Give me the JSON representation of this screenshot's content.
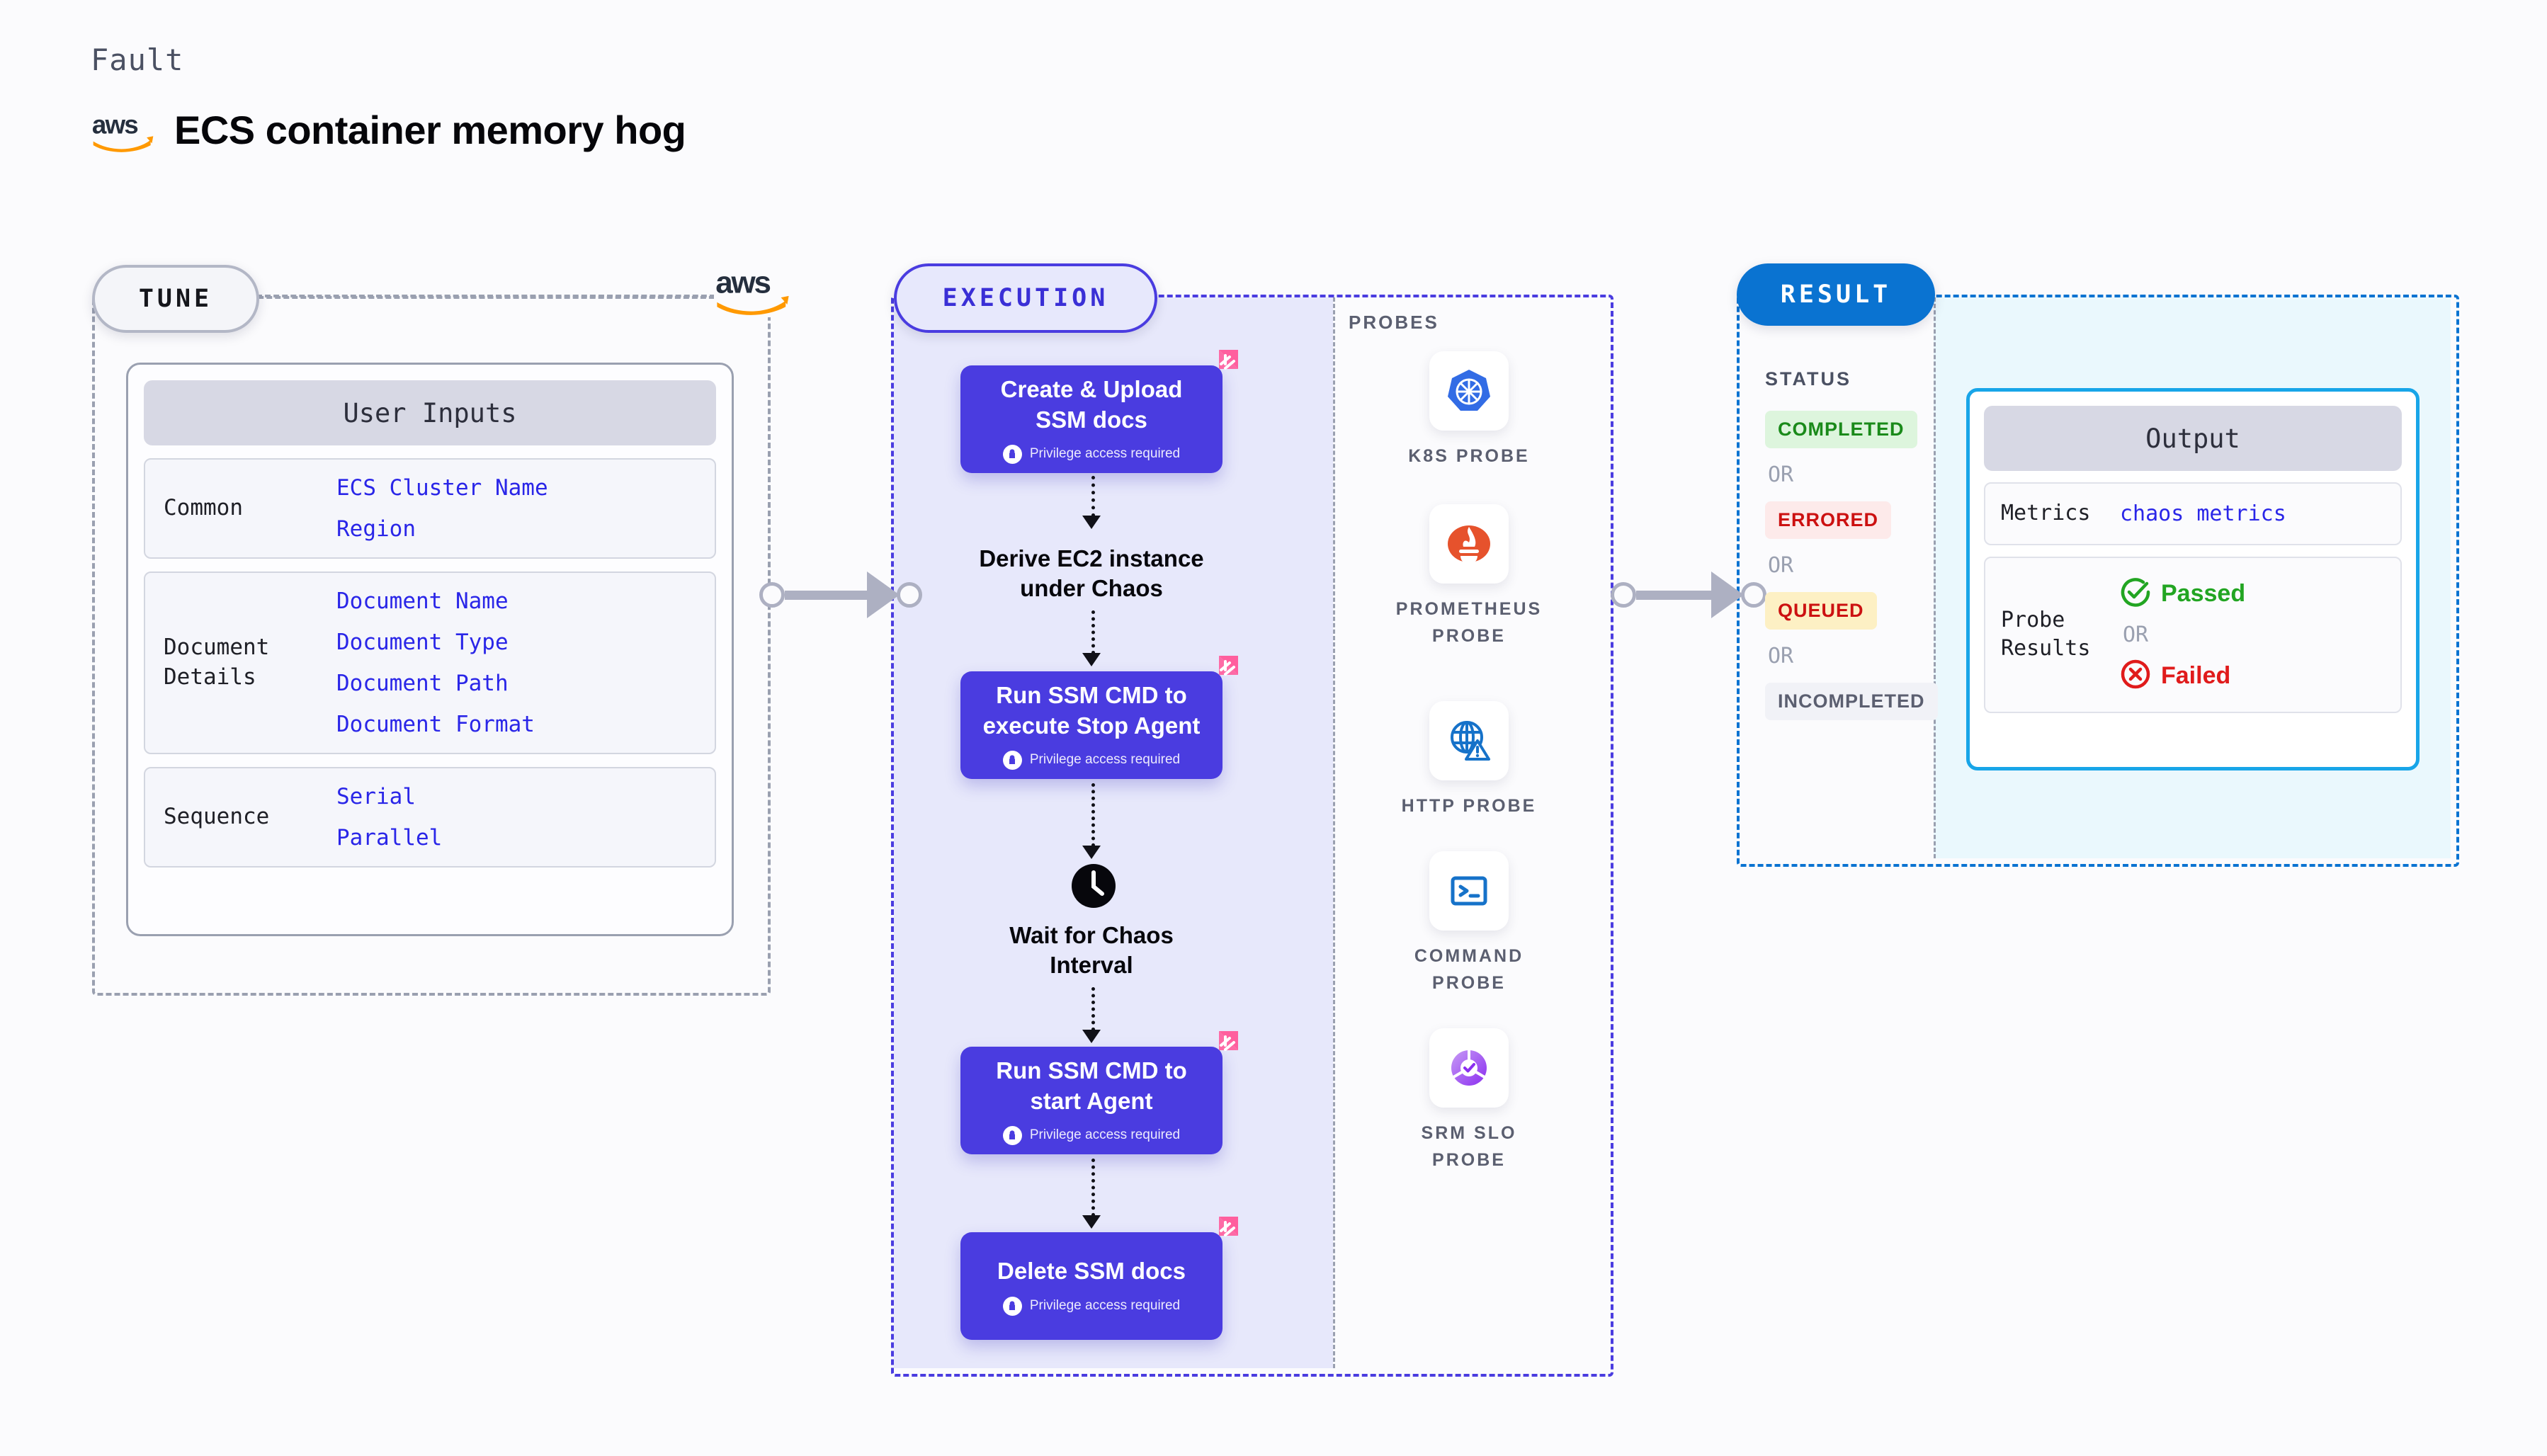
{
  "header": {
    "kicker": "Fault",
    "title": "ECS container memory hog",
    "logo_icon": "aws-logo"
  },
  "tune": {
    "pill_label": "TUNE",
    "logo_icon": "aws-logo",
    "card_title": "User Inputs",
    "groups": [
      {
        "label": "Common",
        "values": [
          "ECS Cluster Name",
          "Region"
        ]
      },
      {
        "label": "Document\nDetails",
        "label_line1": "Document",
        "label_line2": "Details",
        "values": [
          "Document Name",
          "Document Type",
          "Document Path",
          "Document Format"
        ]
      },
      {
        "label": "Sequence",
        "values": [
          "Serial",
          "Parallel"
        ]
      }
    ]
  },
  "execution": {
    "pill_label": "EXECUTION",
    "privilege_text": "Privilege access required",
    "nodes": [
      {
        "type": "task",
        "title_line1": "Create & Upload",
        "title_line2": "SSM docs",
        "privileged": true,
        "badge_icon": "harness-corner-badge"
      },
      {
        "type": "plain",
        "title_line1": "Derive EC2 instance",
        "title_line2": "under Chaos"
      },
      {
        "type": "task",
        "title_line1": "Run SSM CMD to",
        "title_line2": "execute Stop Agent",
        "privileged": true,
        "badge_icon": "harness-corner-badge"
      },
      {
        "type": "wait",
        "icon": "clock-icon",
        "title_line1": "Wait for Chaos",
        "title_line2": "Interval"
      },
      {
        "type": "task",
        "title_line1": "Run SSM CMD to",
        "title_line2": "start Agent",
        "privileged": true,
        "badge_icon": "harness-corner-badge"
      },
      {
        "type": "task",
        "title_line1": "Delete SSM docs",
        "title_line2": "",
        "privileged": true,
        "badge_icon": "harness-corner-badge"
      }
    ]
  },
  "probes": {
    "section_label": "PROBES",
    "items": [
      {
        "icon": "kubernetes-icon",
        "label_line1": "K8S PROBE",
        "label_line2": ""
      },
      {
        "icon": "prometheus-icon",
        "label_line1": "PROMETHEUS",
        "label_line2": "PROBE"
      },
      {
        "icon": "http-globe-icon",
        "label_line1": "HTTP PROBE",
        "label_line2": ""
      },
      {
        "icon": "terminal-icon",
        "label_line1": "COMMAND",
        "label_line2": "PROBE"
      },
      {
        "icon": "srm-slo-icon",
        "label_line1": "SRM SLO",
        "label_line2": "PROBE"
      }
    ]
  },
  "result": {
    "pill_label": "RESULT",
    "status_label": "STATUS",
    "or_label": "OR",
    "statuses": [
      {
        "text": "COMPLETED",
        "color": "#1a8a1a",
        "bg": "#ddf5dd"
      },
      {
        "text": "ERRORED",
        "color": "#cc1111",
        "bg": "#fdeaea"
      },
      {
        "text": "QUEUED",
        "color": "#cc1111",
        "bg": "#fdf0c4"
      },
      {
        "text": "INCOMPLETED",
        "color": "#5b5f70",
        "bg": "#f1f2f7"
      }
    ],
    "output": {
      "card_title": "Output",
      "metrics_label": "Metrics",
      "metrics_value": "chaos metrics",
      "probe_results_label_line1": "Probe",
      "probe_results_label_line2": "Results",
      "passed_text": "Passed",
      "failed_text": "Failed",
      "or_label": "OR",
      "passed_icon": "check-circle-icon",
      "failed_icon": "x-circle-icon",
      "passed_color": "#22a522",
      "failed_color": "#e01b1b"
    }
  },
  "connectors": [
    {
      "name": "tune-to-execution"
    },
    {
      "name": "execution-to-result"
    }
  ],
  "colors": {
    "purple": "#4a3ce0",
    "pink": "#ff5f9e",
    "blue": "#0a73d1",
    "cyan": "#18a5e8",
    "aws_orange": "#ff9900"
  }
}
